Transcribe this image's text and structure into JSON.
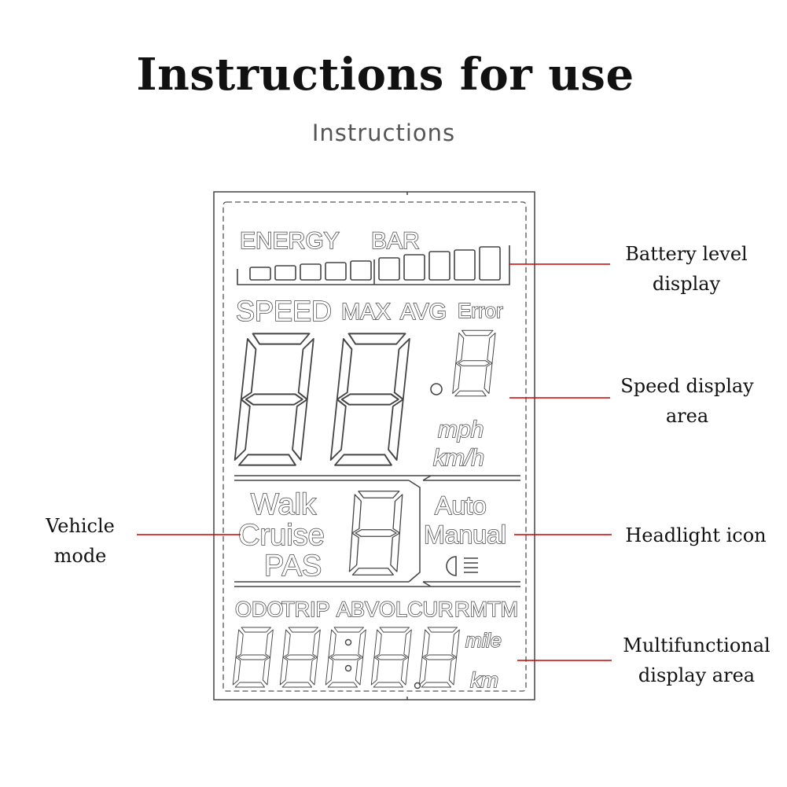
{
  "title": "Instructions for use",
  "subtitle": "Instructions",
  "lcd": {
    "energy_label": "ENERGY",
    "bar_label": "BAR",
    "speed_label": "SPEED",
    "max_label": "MAX",
    "avg_label": "AVG",
    "error_label": "Error",
    "unit_mph": "mph",
    "unit_kmh": "km/h",
    "mode_walk": "Walk",
    "mode_cruise": "Cruise",
    "mode_pas": "PAS",
    "auto_label": "Auto",
    "manual_label": "Manual",
    "info_odo": "ODO",
    "info_trip": "TRIP",
    "info_a": "A",
    "info_bvol": "BVOL",
    "info_cur": "CUR",
    "info_rmtm": "RMTM",
    "unit_mile": "mile",
    "unit_km": "km"
  },
  "callouts": {
    "battery_line1": "Battery level",
    "battery_line2": "display",
    "speed_line1": "Speed display",
    "speed_line2": "area",
    "vehicle_line1": "Vehicle",
    "vehicle_line2": "mode",
    "headlight": "Headlight icon",
    "multi_line1": "Multifunctional",
    "multi_line2": "display area"
  },
  "colors": {
    "leader_line": "#cc0000",
    "lcd_outline": "#444444"
  },
  "icons": [
    "headlight-icon"
  ]
}
